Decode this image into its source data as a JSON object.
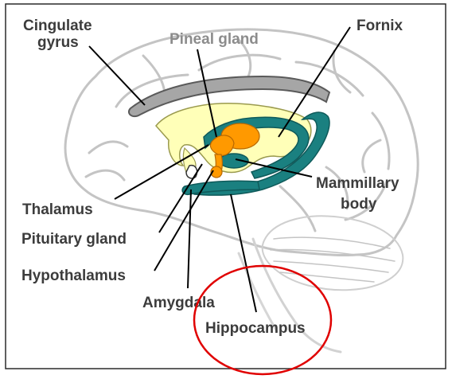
{
  "labels": {
    "cingulate_gyrus_1": "Cingulate",
    "cingulate_gyrus_2": "gyrus",
    "pineal_gland": "Pineal gland",
    "fornix": "Fornix",
    "mammillary_body_1": "Mammillary",
    "mammillary_body_2": "body",
    "thalamus": "Thalamus",
    "pituitary_gland": "Pituitary gland",
    "hypothalamus": "Hypothalamus",
    "amygdala": "Amygdala",
    "hippocampus": "Hippocampus"
  },
  "colors": {
    "cingulate": "#a6a6a6",
    "thalamus_fill": "#ffffb8",
    "pineal_orange": "#ff9900",
    "limbic_teal": "#1a8080",
    "highlight_circle": "#e00000",
    "brain_outline": "#c8c8c8",
    "label_dark": "#3c3c3c",
    "label_light": "#8c8c8c"
  },
  "icons": [
    "brain-illustration",
    "highlight-circle"
  ]
}
